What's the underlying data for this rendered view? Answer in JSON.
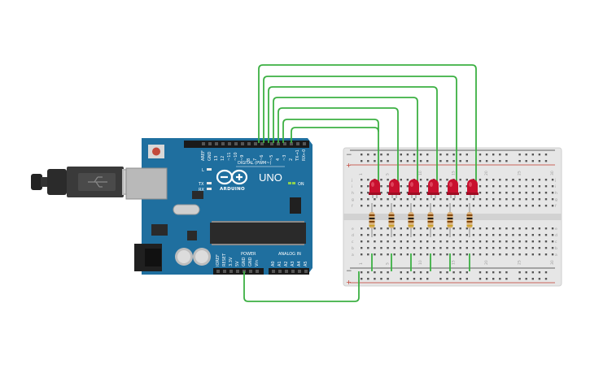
{
  "board": {
    "brand": "UNO",
    "maker": "ARDUINO",
    "digital_header_label": "DIGITAL (PWM~)",
    "power_label": "POWER",
    "analog_label": "ANALOG IN",
    "on_label": "ON",
    "led_labels": [
      "L",
      "TX",
      "RX"
    ],
    "tx_rx_label": "TX→1  RX←0",
    "top_pins": [
      "AREF",
      "GND",
      "13",
      "12",
      "~11",
      "~10",
      "~9",
      "8",
      "7",
      "~6",
      "~5",
      "4",
      "~3",
      "2",
      "TX→1",
      "RX←0"
    ],
    "power_pins": [
      "IOREF",
      "RESET",
      "3.3V",
      "5V",
      "GND",
      "GND",
      "Vin"
    ],
    "analog_pins": [
      "A0",
      "A1",
      "A2",
      "A3",
      "A4",
      "A5"
    ]
  },
  "breadboard": {
    "row_letters_top": [
      "j",
      "i",
      "h",
      "g",
      "f"
    ],
    "row_letters_bottom": [
      "e",
      "d",
      "c",
      "b",
      "a"
    ],
    "plus_sign": "+",
    "minus_sign": "−",
    "column_numbers": [
      "1",
      "5",
      "10",
      "15",
      "20",
      "25",
      "30"
    ]
  },
  "components": {
    "led_count": 6,
    "resistor_count": 6,
    "led_color": "#c8102e",
    "wire_color": "#3cb043",
    "board_color": "#1f6f9f"
  }
}
